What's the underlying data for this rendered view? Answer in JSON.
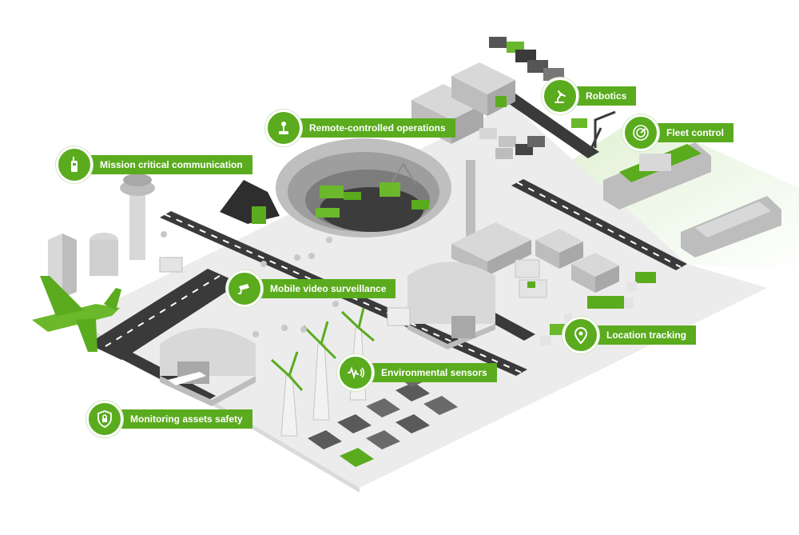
{
  "colors": {
    "accent": "#5aab1e",
    "accent_light": "#e8f3de",
    "ground": "#ececec",
    "road": "#3a3a3a",
    "building": "#cfcfcf",
    "building_dark": "#a8a8a8"
  },
  "callouts": [
    {
      "id": "robotics",
      "label": "Robotics",
      "icon": "robot-arm-icon"
    },
    {
      "id": "fleet-control",
      "label": "Fleet control",
      "icon": "radar-icon"
    },
    {
      "id": "remote-controlled-operations",
      "label": "Remote-controlled operations",
      "icon": "joystick-icon"
    },
    {
      "id": "mission-critical-communication",
      "label": "Mission critical communication",
      "icon": "walkie-talkie-icon"
    },
    {
      "id": "mobile-video-surveillance",
      "label": "Mobile video surveillance",
      "icon": "cctv-camera-icon"
    },
    {
      "id": "location-tracking",
      "label": "Location tracking",
      "icon": "location-pin-icon"
    },
    {
      "id": "environmental-sensors",
      "label": "Environmental sensors",
      "icon": "sensor-wave-icon"
    },
    {
      "id": "monitoring-assets-safety",
      "label": "Monitoring assets safety",
      "icon": "shield-lock-icon"
    }
  ]
}
